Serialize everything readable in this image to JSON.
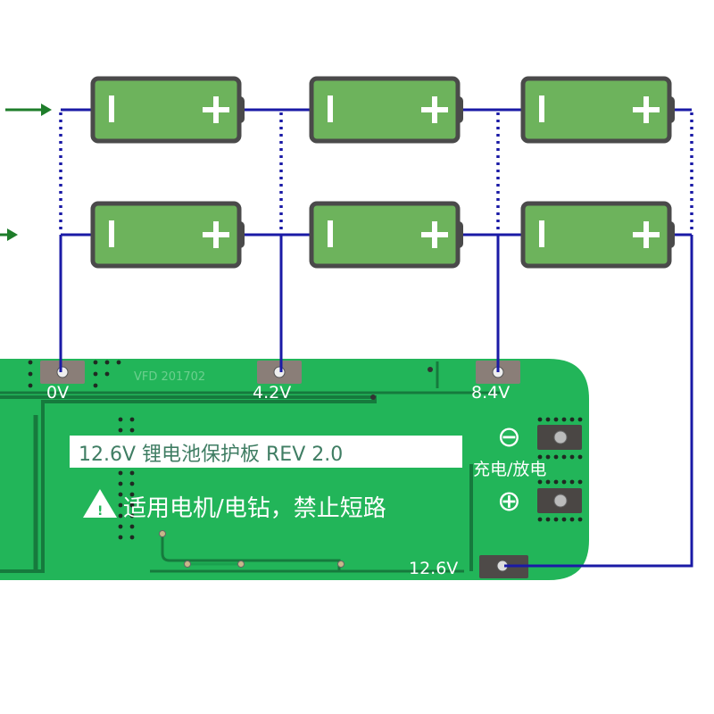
{
  "diagram": {
    "title": "3S2P 18650 lithium battery pack wiring to BMS protection board",
    "colors": {
      "wire": "#1a1aa6",
      "arrow": "#1e7d2a",
      "battery_fill": "#6db35c",
      "battery_border": "#4a4a4a",
      "battery_symbol": "#ffffff",
      "pcb_green": "#22b559",
      "pcb_dark": "#167a3d",
      "pcb_trace": "#1aa24f",
      "label_box": "#ffffff",
      "label_text": "#3f7d63",
      "silk": "#ffffff"
    },
    "battery_symbols": {
      "negative": "I",
      "positive": "+"
    },
    "rows": [
      {
        "name": "row-top",
        "cells": 3
      },
      {
        "name": "row-bottom",
        "cells": 3
      }
    ],
    "taps": [
      {
        "label": "0V"
      },
      {
        "label": "4.2V"
      },
      {
        "label": "8.4V"
      },
      {
        "label": "12.6V"
      }
    ],
    "board": {
      "title_label": "12.6V 锂电池保护板 REV 2.0",
      "warning_label": "适用电机/电钻，禁止短路",
      "warning_icon_glyph": "!",
      "output_label": "充电/放电",
      "minus_symbol": "⊖",
      "plus_symbol": "⊕",
      "silk_code": "VFD 201702"
    }
  }
}
